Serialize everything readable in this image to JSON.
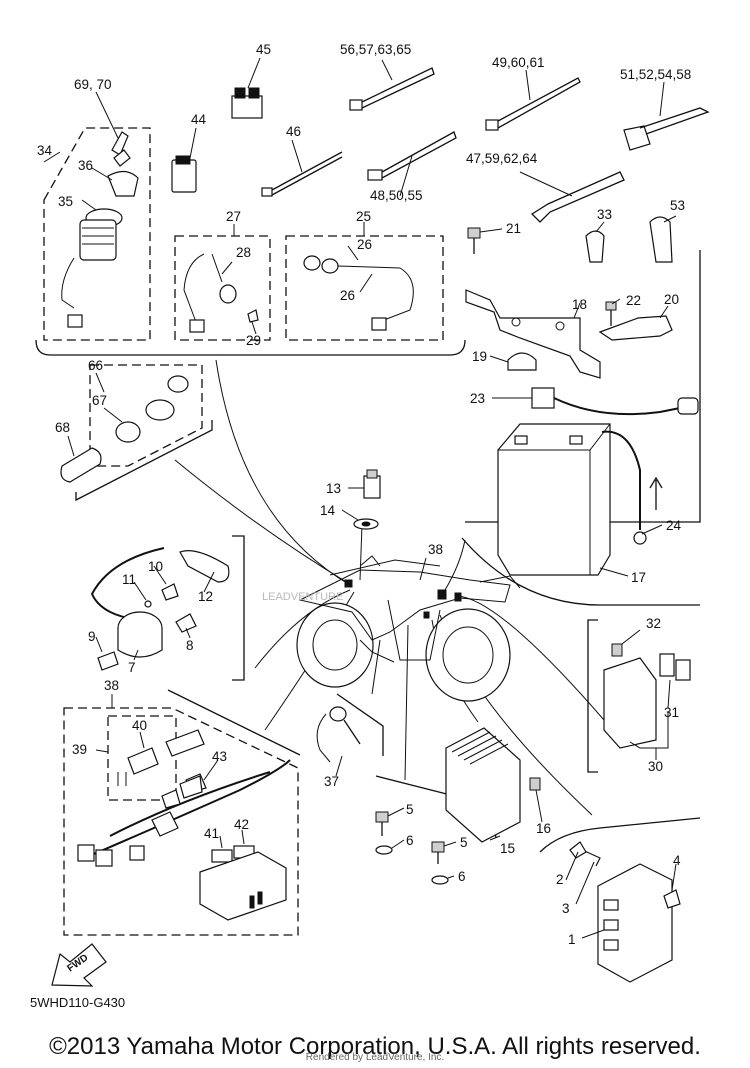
{
  "diagram": {
    "drawing_code": "5WHD110-G430",
    "copyright": "©2013 Yamaha Motor Corporation, U.S.A. All rights reserved.",
    "watermark": "Rendered by LeadVenture, Inc.",
    "fwd_label": "FWD"
  },
  "callouts": {
    "c1": "1",
    "c2": "2",
    "c3": "3",
    "c4": "4",
    "c5a": "5",
    "c5b": "5",
    "c6a": "6",
    "c6b": "6",
    "c7": "7",
    "c8": "8",
    "c9": "9",
    "c10": "10",
    "c11": "11",
    "c12": "12",
    "c13": "13",
    "c14": "14",
    "c15": "15",
    "c16": "16",
    "c17": "17",
    "c18": "18",
    "c19": "19",
    "c20": "20",
    "c21": "21",
    "c22": "22",
    "c23": "23",
    "c24": "24",
    "c25": "25",
    "c26a": "26",
    "c26b": "26",
    "c27": "27",
    "c28": "28",
    "c29": "29",
    "c30": "30",
    "c31": "31",
    "c32": "32",
    "c33": "33",
    "c34": "34",
    "c35": "35",
    "c36": "36",
    "c37": "37",
    "c38a": "38",
    "c38b": "38",
    "c39": "39",
    "c40": "40",
    "c41": "41",
    "c42": "42",
    "c43": "43",
    "c44": "44",
    "c45": "45",
    "c46": "46",
    "c47": "47,59,62,64",
    "c48": "48,50,55",
    "c49": "49,60,61",
    "c51": "51,52,54,58",
    "c53": "53",
    "c56": "56,57,63,65",
    "c66": "66",
    "c67": "67",
    "c68": "68",
    "c69": "69, 70"
  }
}
